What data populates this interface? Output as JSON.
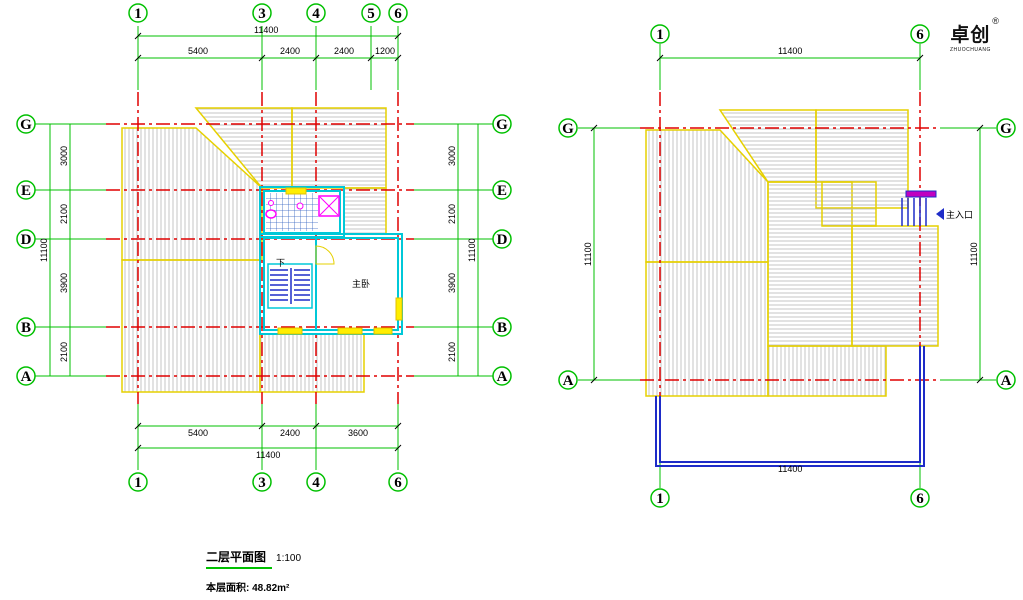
{
  "left_plan": {
    "col_axes": [
      "1",
      "3",
      "4",
      "5",
      "6"
    ],
    "bottom_col_axes": [
      "1",
      "3",
      "4",
      "6"
    ],
    "row_axes": [
      "G",
      "E",
      "D",
      "B",
      "A"
    ],
    "top_total": "11400",
    "top_dims": [
      "5400",
      "2400",
      "2400",
      "1200"
    ],
    "bottom_total": "11400",
    "bottom_dims": [
      "5400",
      "2400",
      "3600"
    ],
    "side_total": "11100",
    "side_dims": [
      "3000",
      "2100",
      "3900",
      "2100"
    ],
    "room_bedroom": "主卧",
    "stair_mark": "下"
  },
  "right_plan": {
    "col_axes": [
      "1",
      "6"
    ],
    "row_axes": [
      "G",
      "A"
    ],
    "top_total": "11400",
    "bottom_total": "11400",
    "side_total": "11100",
    "entrance": "主入口"
  },
  "title": {
    "main": "二层平面图",
    "scale": "1:100",
    "area_label": "本层面积:",
    "area_value": "48.82m²"
  },
  "logo": {
    "brand": "卓创",
    "sub": "ZHUOCHUANG",
    "reg": "®"
  }
}
